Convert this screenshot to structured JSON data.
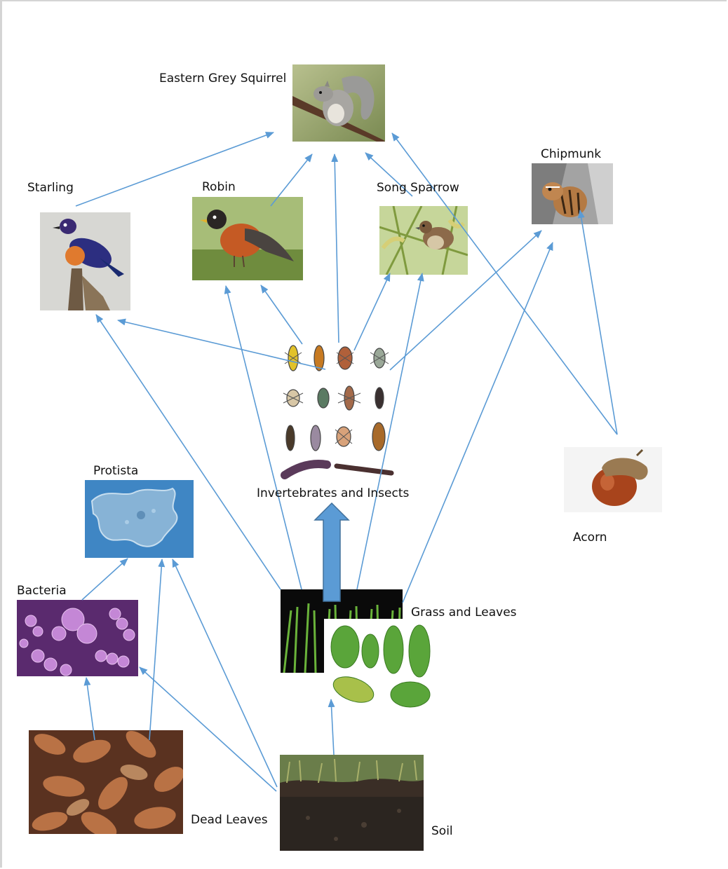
{
  "diagram": {
    "arrow_color": "#5b9bd5",
    "nodes": {
      "squirrel": {
        "label": "Eastern Grey Squirrel",
        "icon": "squirrel-photo"
      },
      "starling": {
        "label": "Starling",
        "icon": "starling-photo"
      },
      "robin": {
        "label": "Robin",
        "icon": "robin-photo"
      },
      "sparrow": {
        "label": "Song Sparrow",
        "icon": "song-sparrow-photo"
      },
      "chipmunk": {
        "label": "Chipmunk",
        "icon": "chipmunk-photo"
      },
      "insects": {
        "label": "Invertebrates and Insects",
        "icon": "insects-collage"
      },
      "protista": {
        "label": "Protista",
        "icon": "amoeba-micrograph"
      },
      "bacteria": {
        "label": "Bacteria",
        "icon": "bacteria-micrograph"
      },
      "acorn": {
        "label": "Acorn",
        "icon": "acorn-photo"
      },
      "grass": {
        "label": "Grass and Leaves",
        "icon": "grass-and-leaves-photo"
      },
      "dead_leaves": {
        "label": "Dead Leaves",
        "icon": "dead-leaves-photo"
      },
      "soil": {
        "label": "Soil",
        "icon": "soil-photo"
      }
    }
  }
}
